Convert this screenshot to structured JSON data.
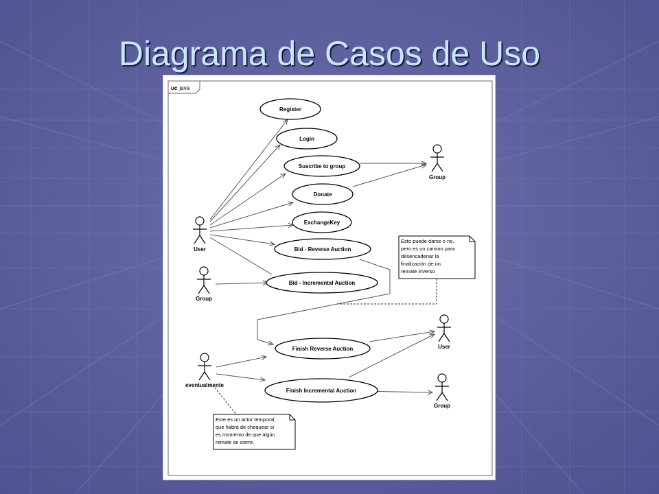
{
  "slide": {
    "title": "Diagrama de Casos de Uso"
  },
  "frame": {
    "keyword": "uc",
    "name": "java"
  },
  "use_cases": {
    "register": "Register",
    "login": "Login",
    "suscribe": "Suscribe to group",
    "donate": "Donate",
    "exchange": "ExchangeKey",
    "bid_reverse": "Bid - Reverse Auction",
    "bid_incremental": "Bid - Incremental Auction",
    "finish_reverse": "Finish Reverse Auction",
    "finish_incremental": "Finish Incremental Auction"
  },
  "actors": {
    "user_left": "User",
    "group_left": "Group",
    "group_right": "Group",
    "eventual": "eventualmente",
    "user_right": "User",
    "group_bottom": "Group"
  },
  "notes": {
    "reverse": [
      "Esto puede darse o no,",
      "pero es un camino para",
      "desencadenar la",
      "finalización de un",
      "remate inverso"
    ],
    "temporal": [
      "Este es un actor temporal,",
      "que habrá de chequear si",
      "es momento de que algún",
      "remate se cierre."
    ]
  },
  "colors": {
    "background": "#5d5f9c",
    "title": "#c8e8ff",
    "line": "#555555"
  }
}
